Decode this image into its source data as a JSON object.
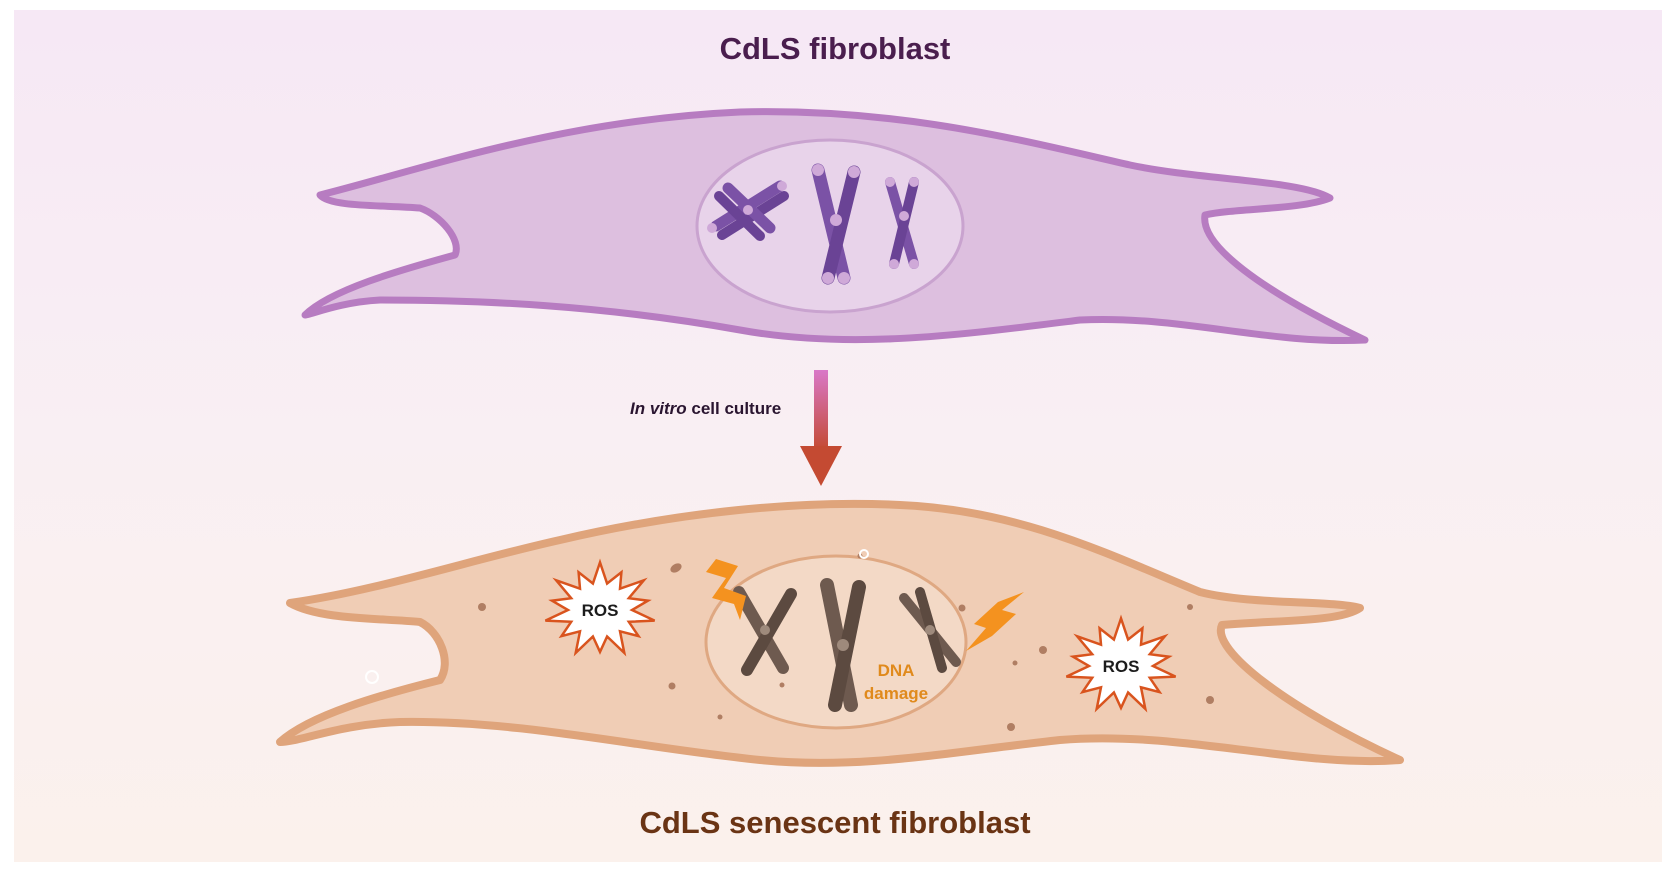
{
  "titles": {
    "top": "CdLS fibroblast",
    "bottom": "CdLS senescent fibroblast"
  },
  "arrow": {
    "label_italic": "In vitro",
    "label_rest": " cell culture"
  },
  "markers": {
    "ros_left": "ROS",
    "ros_right": "ROS",
    "dna_line1": "DNA",
    "dna_line2": "damage"
  },
  "colors": {
    "healthy_cell_fill": "#ddbfdf",
    "healthy_cell_outline": "#b77cc1",
    "healthy_chromosome": "#7b52a6",
    "senescent_cell_fill": "#f0cdb5",
    "senescent_cell_outline": "#dfa47b",
    "senescent_chromosome": "#6e5a4f",
    "ros_outline": "#d9541e",
    "lightning": "#f4921f",
    "arrow_top": "#d978c8",
    "arrow_bottom": "#c44a32"
  }
}
